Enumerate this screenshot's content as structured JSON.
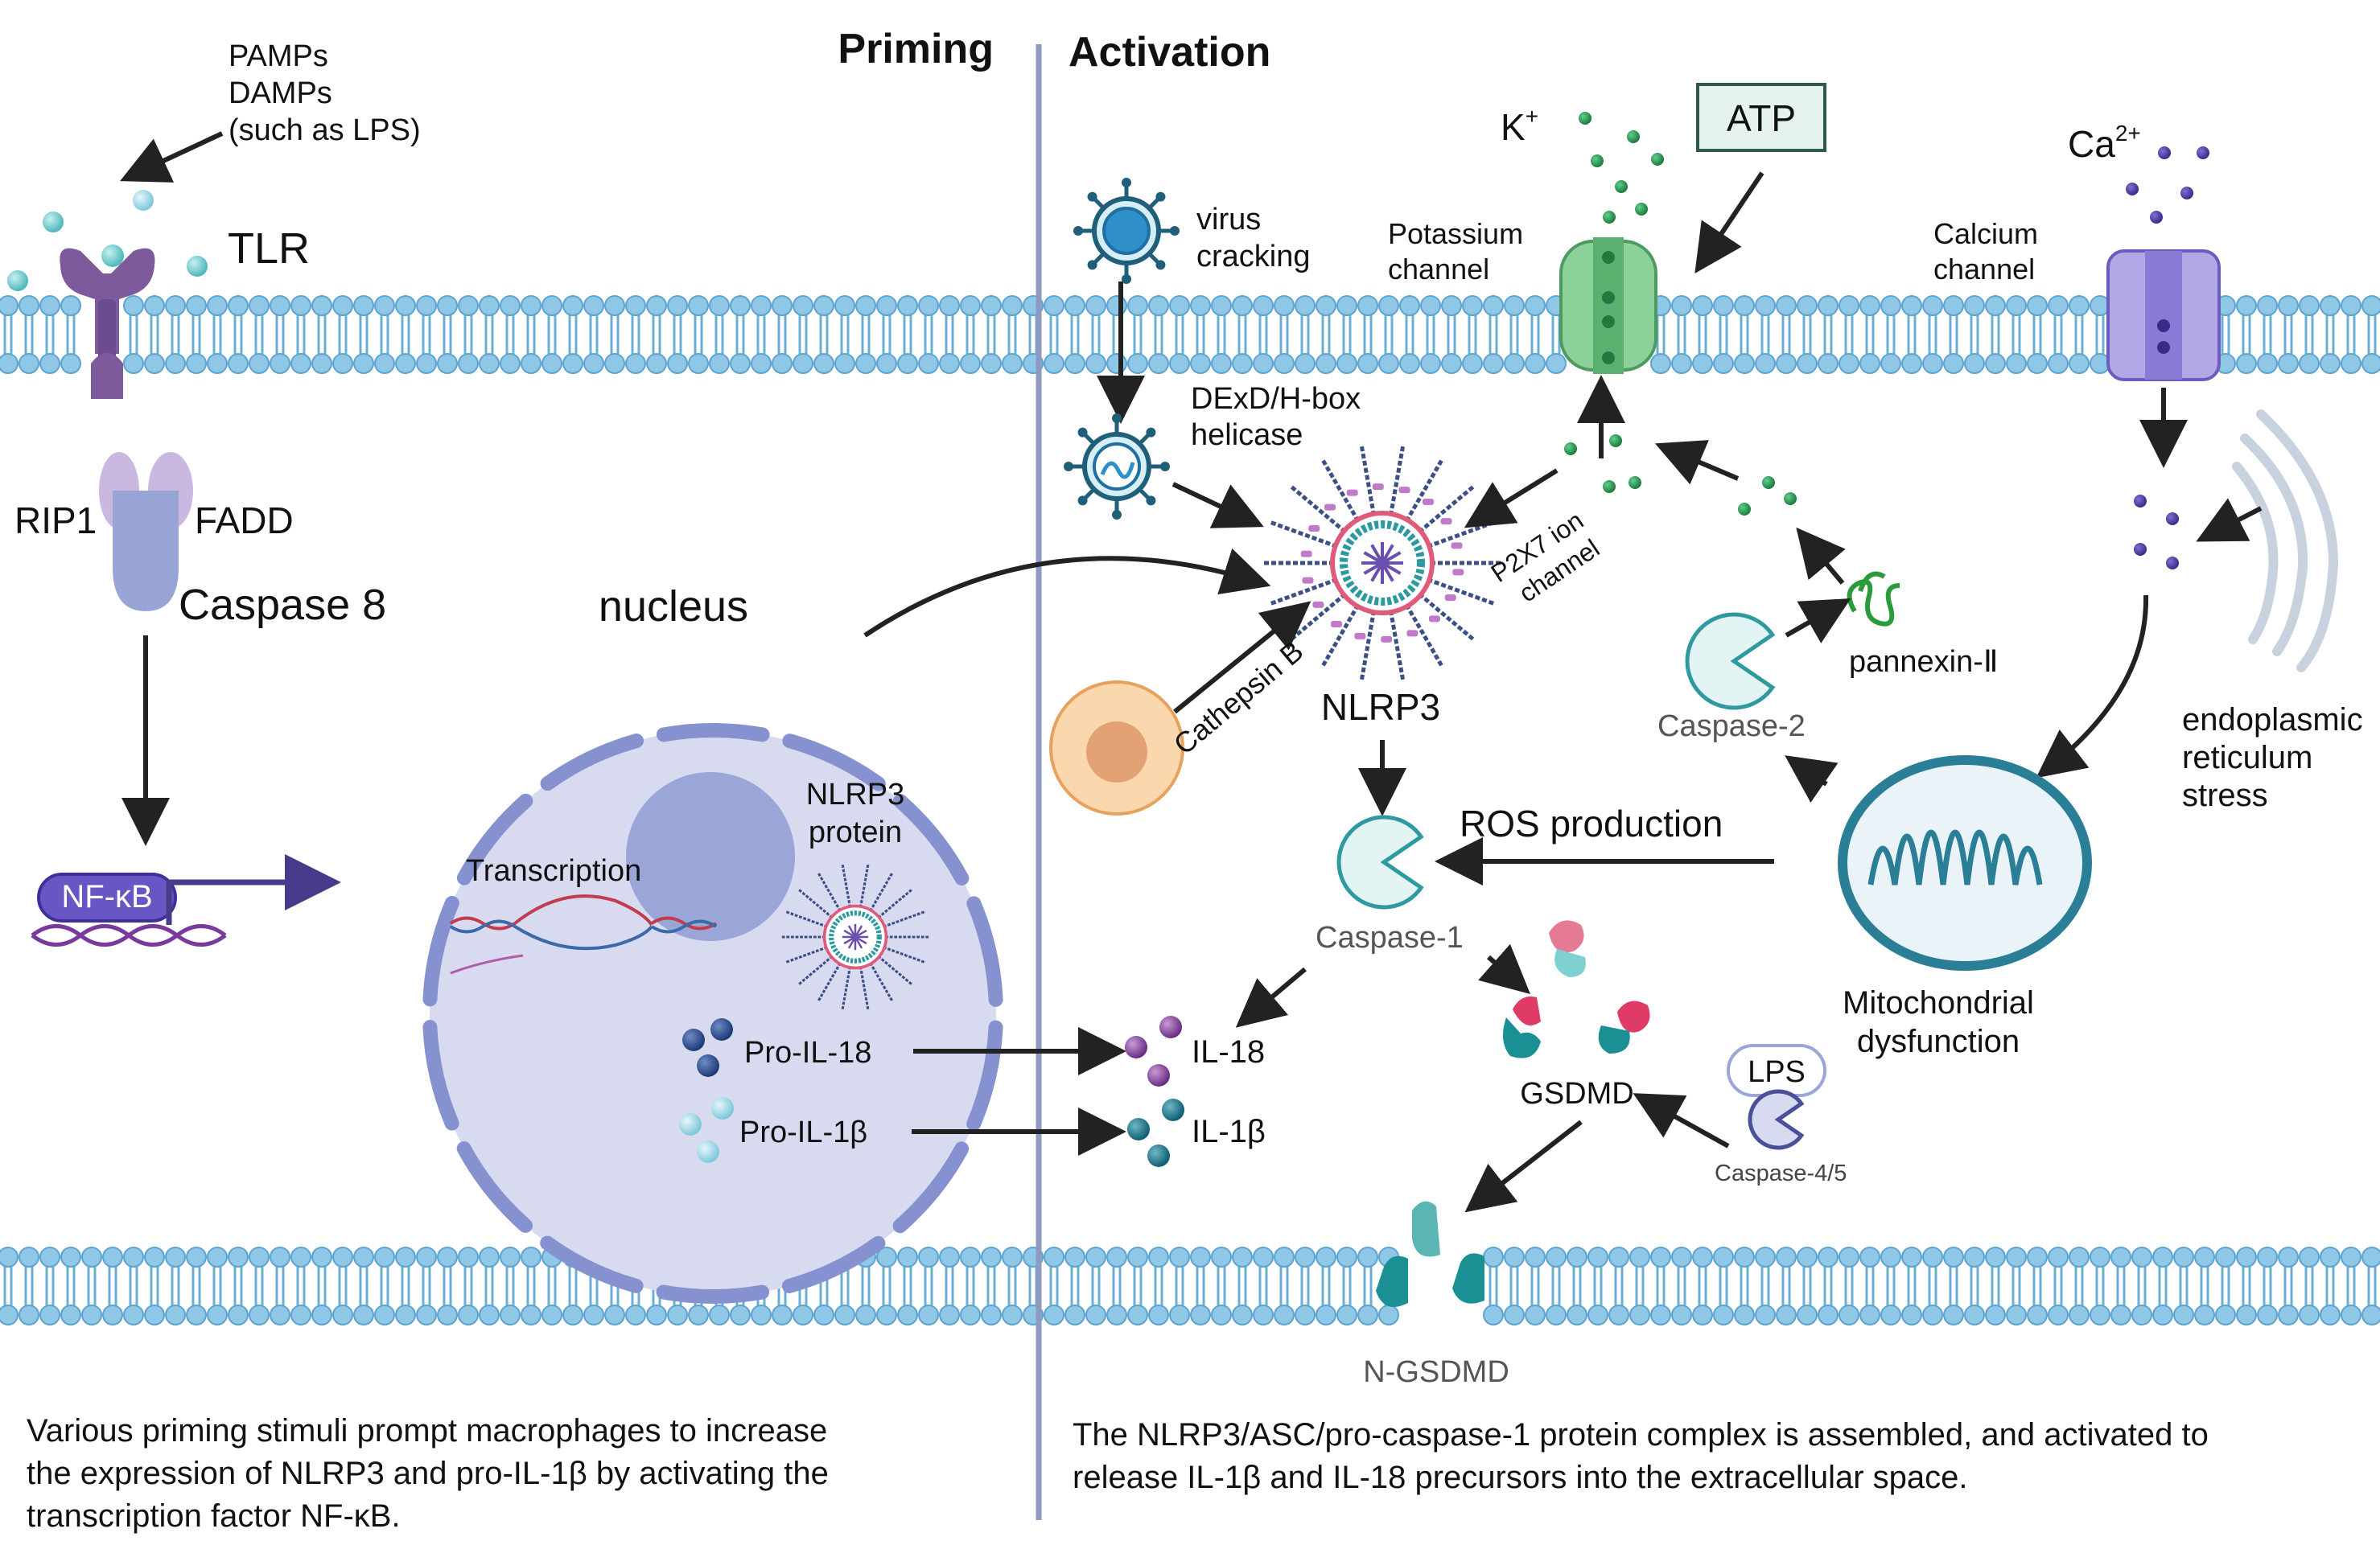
{
  "panels": {
    "priming_title": "Priming",
    "activation_title": "Activation"
  },
  "priming": {
    "stimuli_line1": "PAMPs",
    "stimuli_line2": "DAMPs",
    "stimuli_line3": "(such as LPS)",
    "tlr": "TLR",
    "rip1": "RIP1",
    "fadd": "FADD",
    "caspase8": "Caspase 8",
    "nfkb": "NF-κB",
    "nucleus": "nucleus",
    "transcription": "Transcription",
    "nlrp3_protein_line1": "NLRP3",
    "nlrp3_protein_line2": "protein",
    "pro_il18": "Pro-IL-18",
    "pro_il1b": "Pro-IL-1β",
    "caption_line1": "Various priming stimuli prompt macrophages to increase",
    "caption_line2": "the expression of NLRP3 and pro-IL-1β by activating the",
    "caption_line3": "transcription factor NF-κB."
  },
  "activation": {
    "k_ion": "K",
    "k_sup": "+",
    "atp": "ATP",
    "ca_ion": "Ca",
    "ca_sup": "2+",
    "virus_line1": "virus",
    "virus_line2": "cracking",
    "potassium_line1": "Potassium",
    "potassium_line2": "channel",
    "calcium_line1": "Calcium",
    "calcium_line2": "channel",
    "helicase_line1": "DExD/H-box",
    "helicase_line2": "helicase",
    "p2x7_line1": "P2X7 ion",
    "p2x7_line2": "channel",
    "nlrp3": "NLRP3",
    "cathepsin": "Cathepsin B",
    "pannexin": "pannexin-Ⅱ",
    "caspase2": "Caspase-2",
    "er_line1": "endoplasmic",
    "er_line2": "reticulum",
    "er_line3": "stress",
    "ros": "ROS production",
    "caspase1": "Caspase-1",
    "mito_line1": "Mitochondrial",
    "mito_line2": "dysfunction",
    "il18": "IL-18",
    "il1b": "IL-1β",
    "gsdmd": "GSDMD",
    "lps": "LPS",
    "caspase45": "Caspase-4/5",
    "ngsdmd": "N-GSDMD",
    "caption_line1": "The NLRP3/ASC/pro-caspase-1 protein complex is assembled, and activated to",
    "caption_line2": "release IL-1β and IL-18 precursors into the extracellular space."
  },
  "colors": {
    "membrane_head": "#8fc7e6",
    "membrane_tail": "#6aaed6",
    "divider": "#8c9bbf",
    "nucleus_fill": "#d8daf0",
    "nucleus_ring": "#8592cf",
    "tlr": "#7c5a9c",
    "channel_k": "#7cc48c",
    "channel_ca": "#8d7fd0",
    "caspase": "#2e9aa0",
    "arrow": "#222222"
  }
}
